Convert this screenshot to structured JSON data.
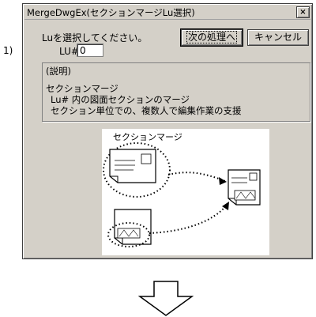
{
  "step_label": "1)",
  "dialog": {
    "title": "MergeDwgEx(セクションマージLu選択)",
    "close_glyph": "×",
    "prompt": "Luを選択してください。",
    "next_button": "次の処理へ",
    "cancel_button": "キャンセル",
    "lu_label": "LU#",
    "lu_value": "0",
    "description": {
      "heading": "(説明)",
      "line1": "セクションマージ",
      "line2": "Lu# 内の図面セクションのマージ",
      "line3": "セクション単位での、複数人で編集作業の支援"
    },
    "diagram": {
      "label": "セクションマージ"
    }
  }
}
